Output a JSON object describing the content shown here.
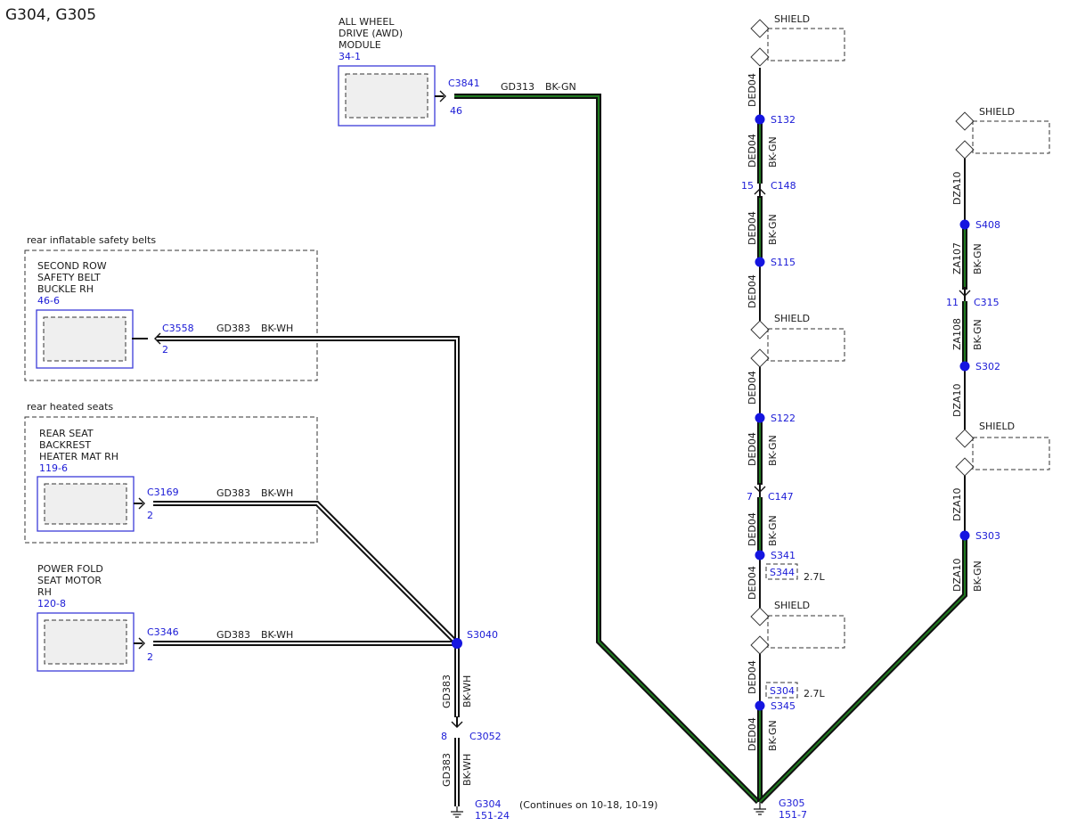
{
  "page_title": "G304, G305",
  "awd_module": {
    "lines": [
      "ALL WHEEL",
      "DRIVE (AWD)",
      "MODULE"
    ],
    "ref": "34-1",
    "connector": "C3841",
    "pin": "46"
  },
  "wire_gd313": {
    "circuit": "GD313",
    "color": "BK-GN"
  },
  "group_belts": {
    "label": "rear inflatable safety belts"
  },
  "belt_buckle": {
    "lines": [
      "SECOND ROW",
      "SAFETY BELT",
      "BUCKLE RH"
    ],
    "ref": "46-6",
    "connector": "C3558",
    "pin": "2"
  },
  "group_heated": {
    "label": "rear heated seats"
  },
  "heater_mat": {
    "lines": [
      "REAR SEAT",
      "BACKREST",
      "HEATER MAT RH"
    ],
    "ref": "119-6",
    "connector": "C3169",
    "pin": "2"
  },
  "fold_motor": {
    "lines": [
      "POWER FOLD",
      "SEAT MOTOR",
      "RH"
    ],
    "ref": "120-8",
    "connector": "C3346",
    "pin": "2"
  },
  "wire_gd383": {
    "circuit": "GD383",
    "color": "BK-WH"
  },
  "splice_s3040": "S3040",
  "c3052": {
    "pin": "8",
    "name": "C3052"
  },
  "g304": {
    "name": "G304",
    "ref": "151-24",
    "note": "(Continues on 10-18, 10-19)"
  },
  "g305": {
    "name": "G305",
    "ref": "151-7"
  },
  "shield_label": "SHIELD",
  "ded04": "DED04",
  "bkgn": "BK-GN",
  "dza10": "DZA10",
  "za107": "ZA107",
  "za108": "ZA108",
  "mid_col": {
    "s132": "S132",
    "c148_pin": "15",
    "c148": "C148",
    "s115": "S115",
    "s122": "S122",
    "c147_pin": "7",
    "c147": "C147",
    "s341": "S341",
    "s344": "S344",
    "s344_note": "2.7L",
    "s304": "S304",
    "s304_note": "2.7L",
    "s345": "S345"
  },
  "right_col": {
    "s408": "S408",
    "c315_pin": "11",
    "c315": "C315",
    "s302": "S302",
    "s303": "S303"
  },
  "colors": {
    "splice": "#1515e0",
    "wire_stripe_gn": "#1f7a1f",
    "box_border": "#3b3bd9"
  }
}
